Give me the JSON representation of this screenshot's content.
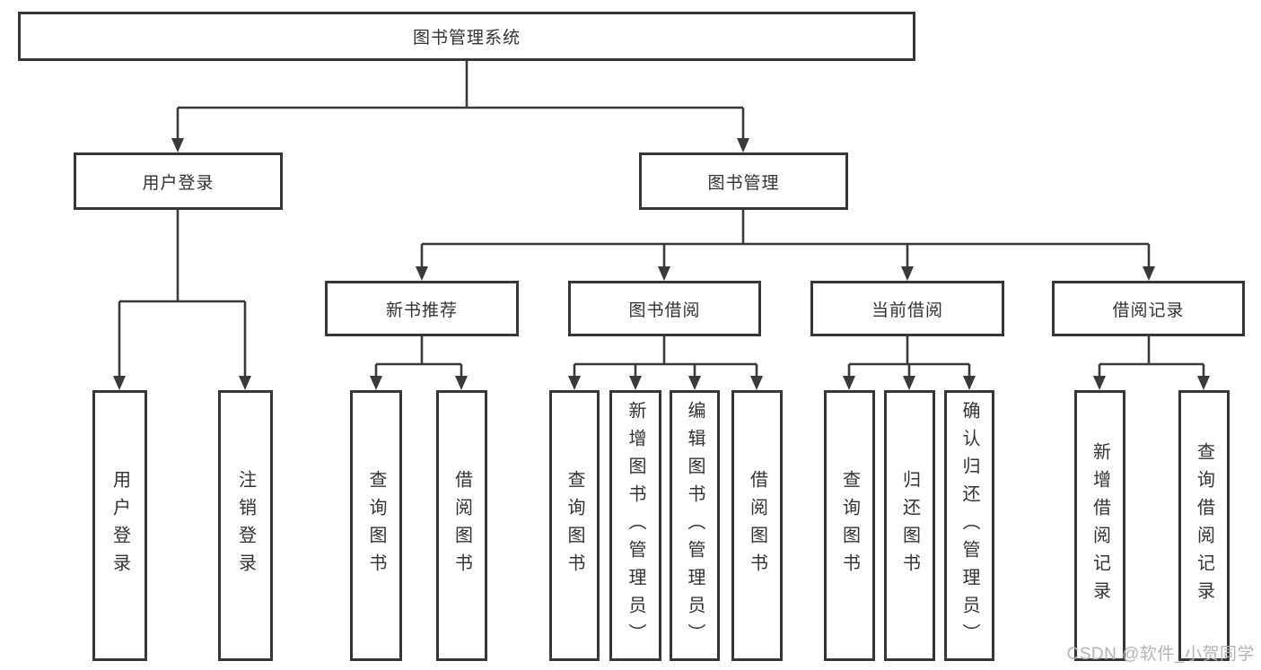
{
  "tree": {
    "root": {
      "label": "图书管理系统",
      "children": [
        {
          "label": "用户登录",
          "children": [
            {
              "label": "用户登录"
            },
            {
              "label": "注销登录"
            }
          ]
        },
        {
          "label": "图书管理",
          "children": [
            {
              "label": "新书推荐",
              "children": [
                {
                  "label": "查询图书"
                },
                {
                  "label": "借阅图书"
                }
              ]
            },
            {
              "label": "图书借阅",
              "children": [
                {
                  "label": "查询图书"
                },
                {
                  "label": "新增图书（管理员）"
                },
                {
                  "label": "编辑图书（管理员）"
                },
                {
                  "label": "借阅图书"
                }
              ]
            },
            {
              "label": "当前借阅",
              "children": [
                {
                  "label": "查询图书"
                },
                {
                  "label": "归还图书"
                },
                {
                  "label": "确认归还（管理员）"
                }
              ]
            },
            {
              "label": "借阅记录",
              "children": [
                {
                  "label": "新增借阅记录"
                },
                {
                  "label": "查询借阅记录"
                }
              ]
            }
          ]
        }
      ]
    }
  },
  "watermark": "CSDN @软件_小贺同学",
  "colors": {
    "line": "#3a3a3a",
    "border": "#373737",
    "text": "#333333",
    "watermark": "#b5b5b5",
    "background": "#ffffff"
  }
}
